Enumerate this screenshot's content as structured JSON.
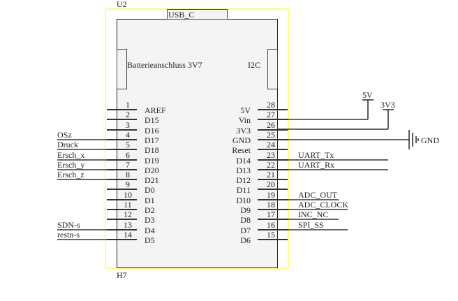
{
  "component": {
    "ref": "U2",
    "value": "H7",
    "connectors": {
      "usb": "USB_C",
      "battery": "Batterieanschluss 3V7",
      "i2c": "I2C"
    }
  },
  "colors": {
    "selection": "#ffff55",
    "body_fill": "#f4f4f4",
    "line": "#333333"
  },
  "left_pins": [
    {
      "num": "1",
      "name": "AREF",
      "net": ""
    },
    {
      "num": "2",
      "name": "D15",
      "net": ""
    },
    {
      "num": "3",
      "name": "D16",
      "net": ""
    },
    {
      "num": "4",
      "name": "D17",
      "net": "OSz"
    },
    {
      "num": "5",
      "name": "D18",
      "net": "Druck"
    },
    {
      "num": "6",
      "name": "D19",
      "net": "Ersch_x"
    },
    {
      "num": "7",
      "name": "D20",
      "net": "Ersch_y"
    },
    {
      "num": "8",
      "name": "D21",
      "net": "Ersch_z"
    },
    {
      "num": "9",
      "name": "D0",
      "net": ""
    },
    {
      "num": "10",
      "name": "D1",
      "net": ""
    },
    {
      "num": "11",
      "name": "D2",
      "net": ""
    },
    {
      "num": "12",
      "name": "D3",
      "net": ""
    },
    {
      "num": "13",
      "name": "D4",
      "net": "SDN-s"
    },
    {
      "num": "14",
      "name": "D5",
      "net": "restn-s"
    }
  ],
  "right_pins": [
    {
      "num": "28",
      "name": "5V",
      "net": ""
    },
    {
      "num": "27",
      "name": "Vin",
      "net": "5V"
    },
    {
      "num": "26",
      "name": "3V3",
      "net": "3V3"
    },
    {
      "num": "25",
      "name": "GND",
      "net": "GND"
    },
    {
      "num": "24",
      "name": "Reset",
      "net": ""
    },
    {
      "num": "23",
      "name": "D14",
      "net": "UART_Tx"
    },
    {
      "num": "22",
      "name": "D13",
      "net": "UART_Rx"
    },
    {
      "num": "21",
      "name": "D12",
      "net": ""
    },
    {
      "num": "20",
      "name": "D11",
      "net": ""
    },
    {
      "num": "19",
      "name": "D10",
      "net": "ADC_OUT"
    },
    {
      "num": "18",
      "name": "D9",
      "net": "ADC_CLOCK"
    },
    {
      "num": "17",
      "name": "D8",
      "net": "INC_NC"
    },
    {
      "num": "16",
      "name": "D7",
      "net": "SPI_SS"
    },
    {
      "num": "15",
      "name": "D6",
      "net": ""
    }
  ],
  "power": {
    "v5": "5V",
    "v3": "3V3",
    "gnd": "GND"
  }
}
